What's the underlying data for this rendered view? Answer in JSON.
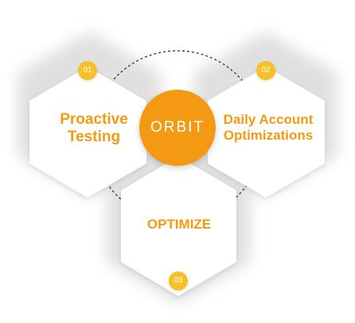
{
  "center": {
    "label": "ORBIT"
  },
  "nodes": [
    {
      "number": "01",
      "label_lines": [
        "Proactive",
        "Testing"
      ]
    },
    {
      "number": "02",
      "label_lines": [
        "Daily Account",
        "Optimizations"
      ]
    },
    {
      "number": "03",
      "label_lines": [
        "OPTIMIZE"
      ]
    }
  ],
  "colors": {
    "accent": "#f39a12",
    "badge": "#f7c028",
    "hexagon_fill": "#ffffff",
    "orbit_line": "#333333"
  }
}
